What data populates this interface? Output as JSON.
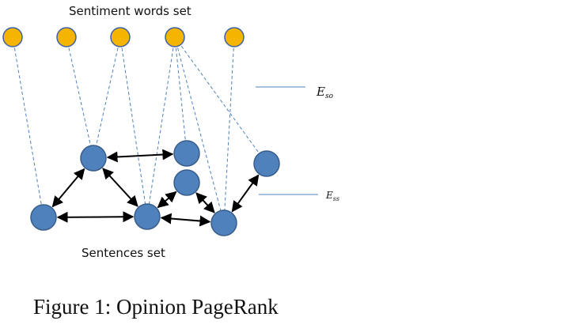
{
  "labels": {
    "words_set": "Sentiment words set",
    "sentences_set": "Sentences set",
    "edge_sw": {
      "main": "E",
      "sub": "so"
    },
    "edge_ss": {
      "main": "E",
      "sub": "ss"
    }
  },
  "caption": "Figure 1: Opinion PageRank",
  "colors": {
    "word_node_fill": "#F4B400",
    "word_node_stroke": "#3E62A6",
    "sentence_node_fill": "#4F81BD",
    "sentence_node_stroke": "#385D8A",
    "dashed_edge": "#4F81BD",
    "solid_edge": "#000000",
    "legend_line": "#4F81BD"
  },
  "graph": {
    "word_nodes": [
      "w1",
      "w2",
      "w3",
      "w4",
      "w5"
    ],
    "sentence_nodes": [
      "s1",
      "s2",
      "s3",
      "s4",
      "s5",
      "s6",
      "s7"
    ],
    "word_sentence_edges": [
      [
        "w1",
        "s1"
      ],
      [
        "w2",
        "s2"
      ],
      [
        "w3",
        "s2"
      ],
      [
        "w3",
        "s5"
      ],
      [
        "w4",
        "s5"
      ],
      [
        "w4",
        "s3"
      ],
      [
        "w4",
        "s6"
      ],
      [
        "w4",
        "s7"
      ],
      [
        "w5",
        "s6"
      ]
    ],
    "sentence_edges": [
      [
        "s1",
        "s2"
      ],
      [
        "s1",
        "s5"
      ],
      [
        "s2",
        "s3"
      ],
      [
        "s2",
        "s5"
      ],
      [
        "s5",
        "s4"
      ],
      [
        "s5",
        "s6"
      ],
      [
        "s4",
        "s6"
      ],
      [
        "s6",
        "s7"
      ]
    ]
  }
}
